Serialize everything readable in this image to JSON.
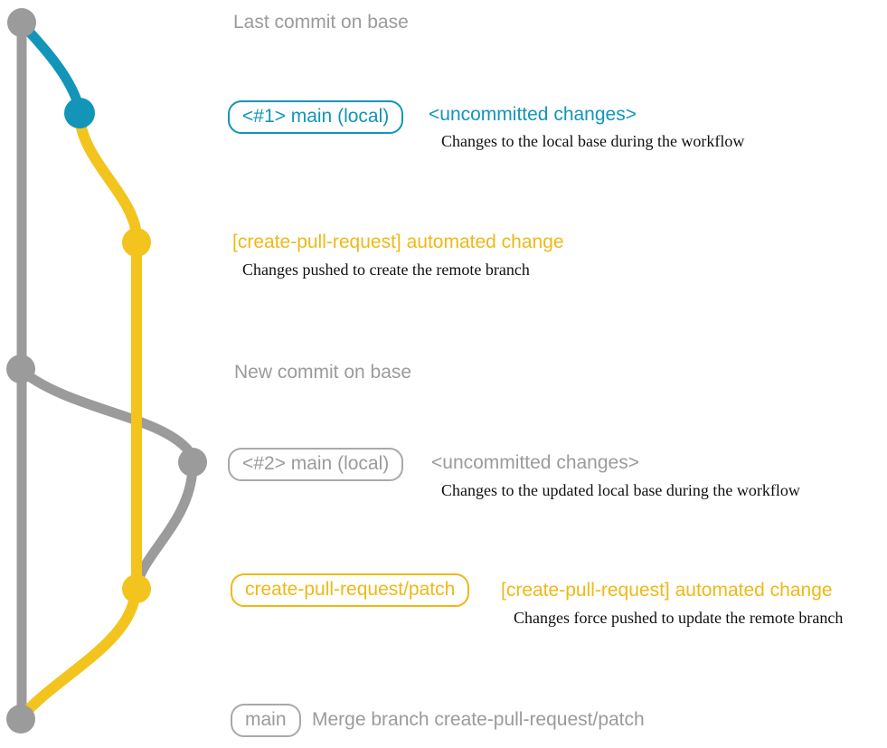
{
  "colors": {
    "gray": "#9b9b9b",
    "gray-border": "#a9a9a9",
    "teal": "#1295b9",
    "yellow": "#f2c41d",
    "yellow-deep": "#eeb917",
    "ink": "#101010"
  },
  "graph": {
    "nodes": [
      {
        "id": "last-commit-on-base",
        "color": "gray"
      },
      {
        "id": "local-main-commit-1",
        "color": "teal"
      },
      {
        "id": "automated-change-commit-1",
        "color": "yellow"
      },
      {
        "id": "new-commit-on-base",
        "color": "gray"
      },
      {
        "id": "local-main-commit-2",
        "color": "gray"
      },
      {
        "id": "automated-change-commit-2",
        "color": "yellow"
      },
      {
        "id": "merge-commit",
        "color": "gray"
      }
    ]
  },
  "labels": {
    "last_commit": "Last commit on base",
    "row1": {
      "badge": "<#1> main (local)",
      "status": "<uncommitted changes>",
      "caption": "Changes to the local base during the workflow"
    },
    "row2": {
      "title": "[create-pull-request] automated change",
      "caption": "Changes pushed to create the remote branch"
    },
    "new_commit": "New commit on base",
    "row3": {
      "badge": "<#2> main (local)",
      "status": "<uncommitted changes>",
      "caption": "Changes to the updated local base during the workflow"
    },
    "row4": {
      "badge": "create-pull-request/patch",
      "title": "[create-pull-request] automated change",
      "caption": "Changes force pushed to update the remote branch"
    },
    "row5": {
      "badge": "main",
      "caption": "Merge branch create-pull-request/patch"
    }
  }
}
